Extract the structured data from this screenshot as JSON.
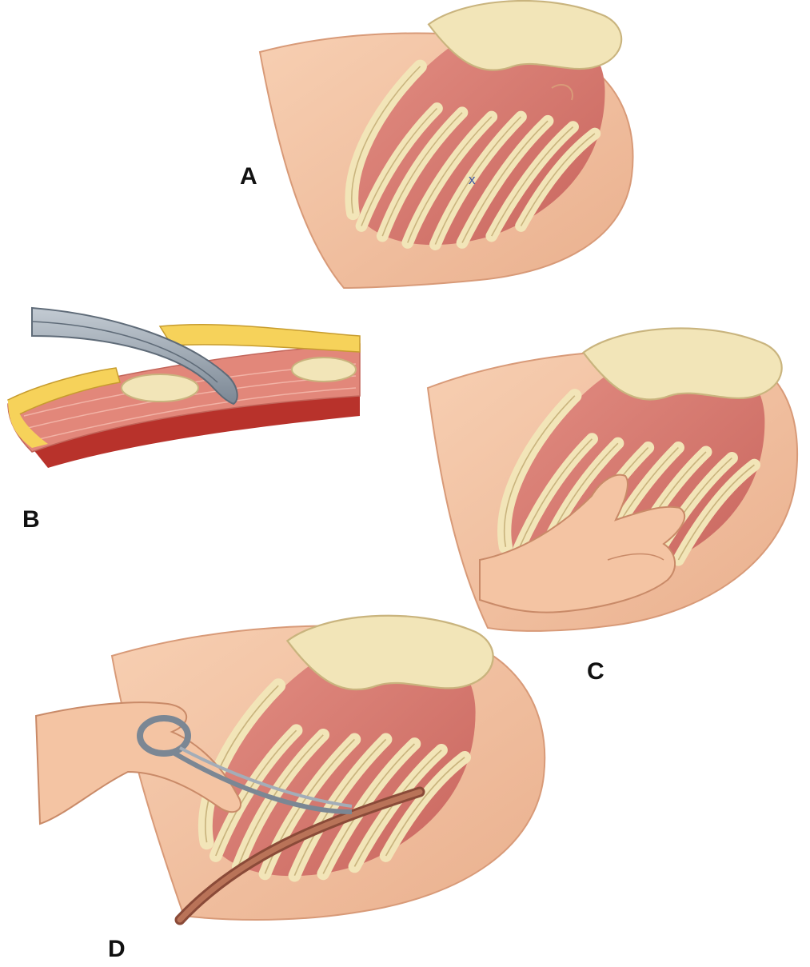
{
  "panels": {
    "a": {
      "label": "A",
      "site_mark": "x"
    },
    "b": {
      "label": "B"
    },
    "c": {
      "label": "C"
    },
    "d": {
      "label": "D"
    }
  },
  "colors": {
    "skin": "#f4c4a3",
    "skin_shade": "#e3a581",
    "bone": "#f2e5b8",
    "bone_edge": "#c9b47e",
    "lung": "#d9786f",
    "muscle": "#e2877a",
    "fat": "#f6d25a",
    "instrument": "#8f9aa6",
    "tube": "#a8614a",
    "mark": "#3b52a3"
  }
}
